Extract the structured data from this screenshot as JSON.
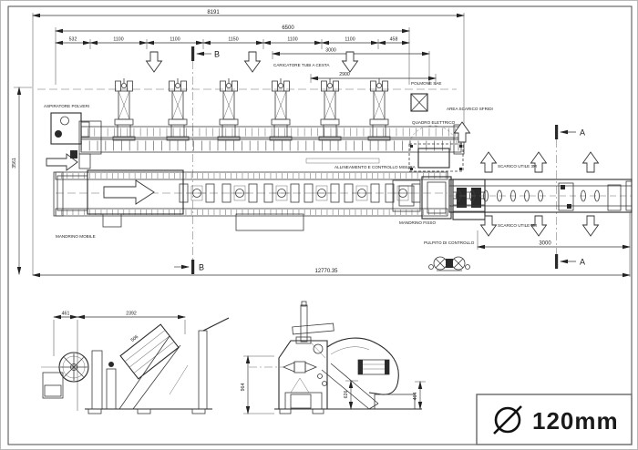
{
  "labels": {
    "aspiratore": "ASPIRATORE POLVERI",
    "caricatore": "CARICATORE TUBI A CESTA",
    "polmone": "POLMONE SAE",
    "area_scarico": "AREA SCARICO SFRIDI",
    "quadro": "QUADRO ELETTRICO",
    "allineamento": "ALLINEAMENTO E CONTROLLO MISURA",
    "scarico_utile": "SCARICO UTILE 3M",
    "mandrino_mobile": "MANDRINO MOBILE",
    "mandrino_fisso": "MANDRINO FISSO",
    "pulpito": "PULPITO DI CONTROLLO"
  },
  "sections": {
    "a": "A",
    "b": "B"
  },
  "dims": {
    "top_total": "8191",
    "loader_span": "6500",
    "segments": [
      "532",
      "1100",
      "1100",
      "1150",
      "1100",
      "1100",
      "458"
    ],
    "basket_length": "3000",
    "basket_inner": "2900",
    "machine_height": "3561",
    "overall_length": "12770.35",
    "discharge_length": "3000",
    "secb_left": "461",
    "secb_width": "2392",
    "secb_basket": "506",
    "seca_height": "964",
    "seca_chute": "626",
    "seca_base": "464"
  },
  "badge": {
    "diameter_value": "120mm"
  }
}
